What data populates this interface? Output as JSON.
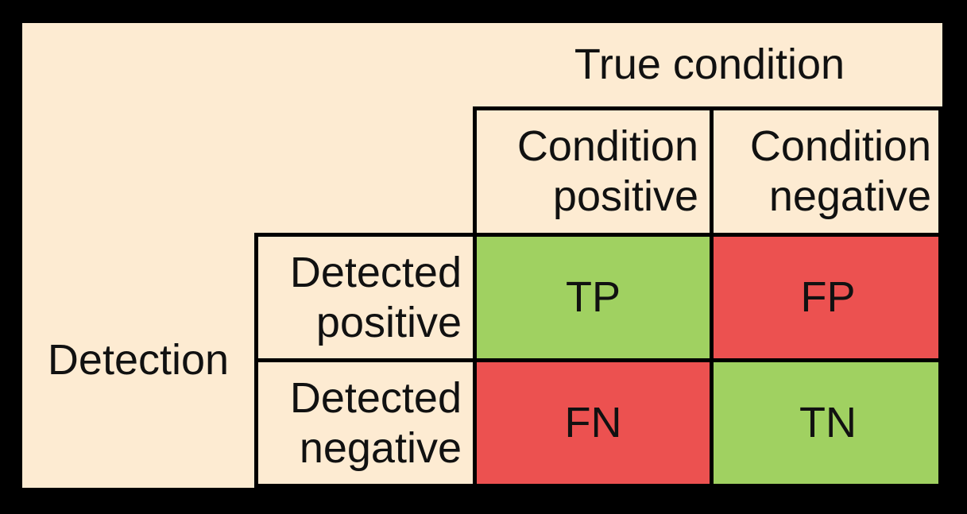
{
  "palette": {
    "canvas": "#000000",
    "panel": "#FDEBD2",
    "grid": "#000000",
    "text": "#111111",
    "green": "#A0D161",
    "red": "#EC5150"
  },
  "matrix": {
    "top_axis_label": "True condition",
    "left_axis_label": "Detection",
    "col_headers": [
      "Condition\npositive",
      "Condition\nnegative"
    ],
    "row_headers": [
      "Detected\npositive",
      "Detected\nnegative"
    ],
    "cells": [
      {
        "label": "TP",
        "color": "green"
      },
      {
        "label": "FP",
        "color": "red"
      },
      {
        "label": "FN",
        "color": "red"
      },
      {
        "label": "TN",
        "color": "green"
      }
    ]
  }
}
